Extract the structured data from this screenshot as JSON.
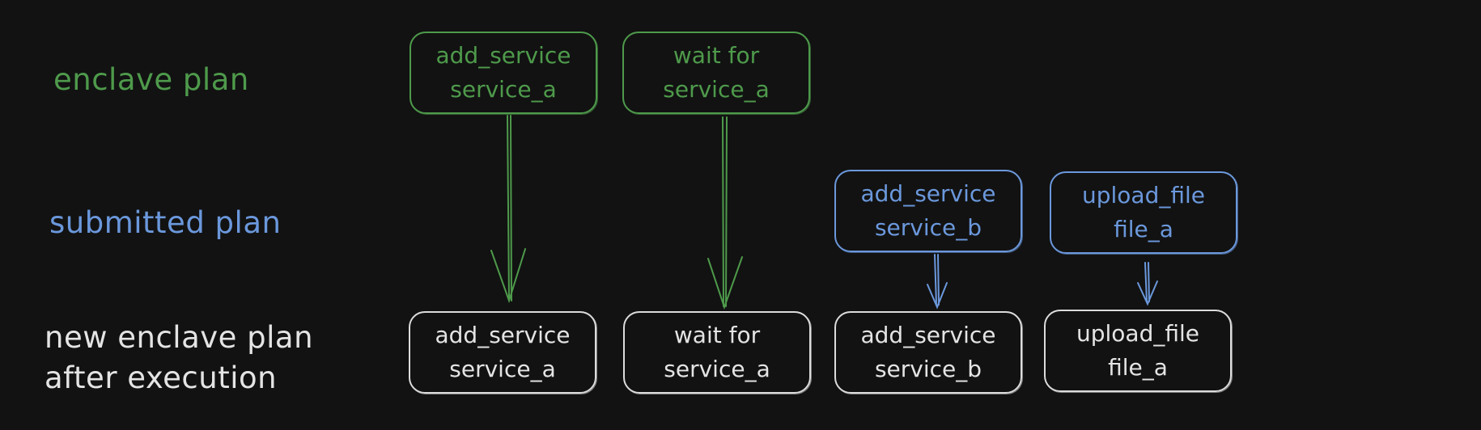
{
  "labels": {
    "enclave_plan": "enclave plan",
    "submitted_plan": "submitted plan",
    "new_plan_line1": "new enclave plan",
    "new_plan_line2": "after execution"
  },
  "enclave_plan": [
    {
      "line1": "add_service",
      "line2": "service_a"
    },
    {
      "line1": "wait for",
      "line2": "service_a"
    }
  ],
  "submitted_plan": [
    {
      "line1": "add_service",
      "line2": "service_b"
    },
    {
      "line1": "upload_file",
      "line2": "file_a"
    }
  ],
  "new_plan": [
    {
      "line1": "add_service",
      "line2": "service_a"
    },
    {
      "line1": "wait for",
      "line2": "service_a"
    },
    {
      "line1": "add_service",
      "line2": "service_b"
    },
    {
      "line1": "upload_file",
      "line2": "file_a"
    }
  ],
  "colors": {
    "background": "#121212",
    "enclave": "#4e9a4b",
    "submitted": "#6b98dc",
    "result": "#dcdcdc"
  }
}
